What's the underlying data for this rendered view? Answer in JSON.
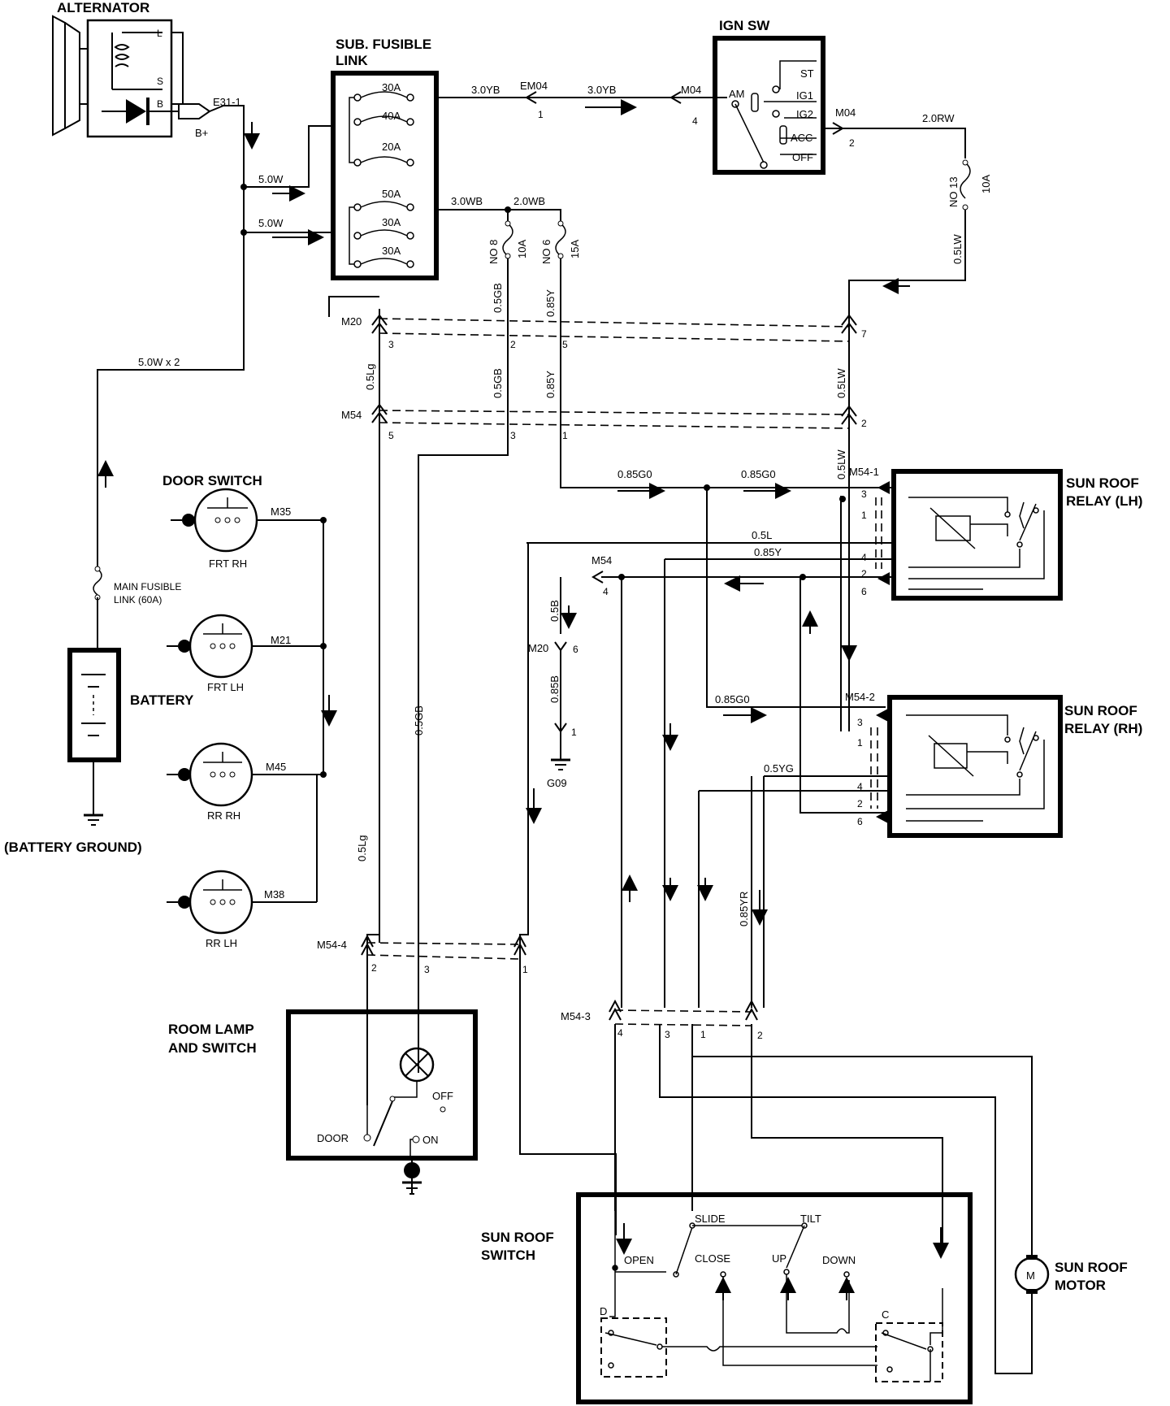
{
  "titles": {
    "alternator": "ALTERNATOR",
    "sub_fusible_1": "SUB. FUSIBLE",
    "sub_fusible_2": "LINK",
    "ign_sw": "IGN SW",
    "door_switch": "DOOR SWITCH",
    "battery": "BATTERY",
    "battery_ground": "(BATTERY GROUND)",
    "relay_lh_1": "SUN ROOF",
    "relay_lh_2": "RELAY (LH)",
    "relay_rh_1": "SUN ROOF",
    "relay_rh_2": "RELAY (RH)",
    "room_lamp_1": "ROOM LAMP",
    "room_lamp_2": "AND SWITCH",
    "sunroof_switch_1": "SUN ROOF",
    "sunroof_switch_2": "SWITCH",
    "motor_1": "SUN ROOF",
    "motor_2": "MOTOR"
  },
  "alternator": {
    "term_l": "L",
    "term_s": "S",
    "term_b": "B",
    "bplus": "B+",
    "conn": "E31-1"
  },
  "fuses_sub": [
    "30A",
    "40A",
    "20A",
    "50A",
    "30A",
    "30A"
  ],
  "fuses": {
    "no8": "NO 8",
    "no8_amp": "10A",
    "no6": "NO 6",
    "no6_amp": "15A",
    "no13": "NO 13",
    "no13_amp": "10A",
    "main_1": "MAIN FUSIBLE",
    "main_2": "LINK (60A)"
  },
  "ign": {
    "am": "AM",
    "st": "ST",
    "ig1": "IG1",
    "ig2": "IG2",
    "acc": "ACC",
    "off": "OFF"
  },
  "wires": {
    "w50a": "5.0W",
    "w50b": "5.0W",
    "w50x2": "5.0W x 2",
    "w30yb_1": "3.0YB",
    "w30yb_2": "3.0YB",
    "w30wb": "3.0WB",
    "w20wb": "2.0WB",
    "w20rw": "2.0RW",
    "w05lw_a": "0.5LW",
    "w05lw_b": "0.5LW",
    "w05lw_c": "0.5LW",
    "w05gb_a": "0.5GB",
    "w05gb_b": "0.5GB",
    "w05gb_c": "0.5GB",
    "w085y_a": "0.85Y",
    "w085y_b": "0.85Y",
    "w085y_c": "0.85Y",
    "w05lg_a": "0.5Lg",
    "w05lg_b": "0.5Lg",
    "w085go_a": "0.85G0",
    "w085go_b": "0.85G0",
    "w085go_c": "0.85G0",
    "w05l": "0.5L",
    "w05b": "0.5B",
    "w085b": "0.85B",
    "w05yg": "0.5YG",
    "w085yr": "0.85YR"
  },
  "connectors": {
    "em04": "EM04",
    "em04_pin": "1",
    "m04_a": "M04",
    "m04_a_pin": "4",
    "m04_b": "M04",
    "m04_b_pin": "2",
    "m20": "M20",
    "m20_p3": "3",
    "m20_p2": "2",
    "m20_p5": "5",
    "m20_p7": "7",
    "m54": "M54",
    "m54_p5": "5",
    "m54_p3": "3",
    "m54_p1": "1",
    "m54_p2": "2",
    "m54_1": "M54-1",
    "m54_2": "M54-2",
    "m54_3": "M54-3",
    "m54_4": "M54-4",
    "m54_g": "M54",
    "m54_g_pin": "4",
    "m20_g": "M20",
    "m20_g_pin": "6",
    "g_pin1": "1",
    "g09": "G09",
    "m35": "M35",
    "m21": "M21",
    "m45": "M45",
    "m38": "M38"
  },
  "relay_pins": {
    "lh": [
      "3",
      "1",
      "4",
      "2",
      "6"
    ],
    "rh": [
      "3",
      "1",
      "4",
      "2",
      "6"
    ]
  },
  "lower_pins": {
    "m54_4": [
      "2",
      "3",
      "1"
    ],
    "m54_3": [
      "4",
      "3",
      "1",
      "2"
    ]
  },
  "door_switches": [
    "FRT RH",
    "FRT LH",
    "RR RH",
    "RR LH"
  ],
  "room_lamp": {
    "door": "DOOR",
    "off": "OFF",
    "on": "ON"
  },
  "sunroof_switch": {
    "slide": "SLIDE",
    "tilt": "TILT",
    "open": "OPEN",
    "close": "CLOSE",
    "up": "UP",
    "down": "DOWN",
    "d": "D",
    "c": "C"
  },
  "motor_symbol": "M"
}
